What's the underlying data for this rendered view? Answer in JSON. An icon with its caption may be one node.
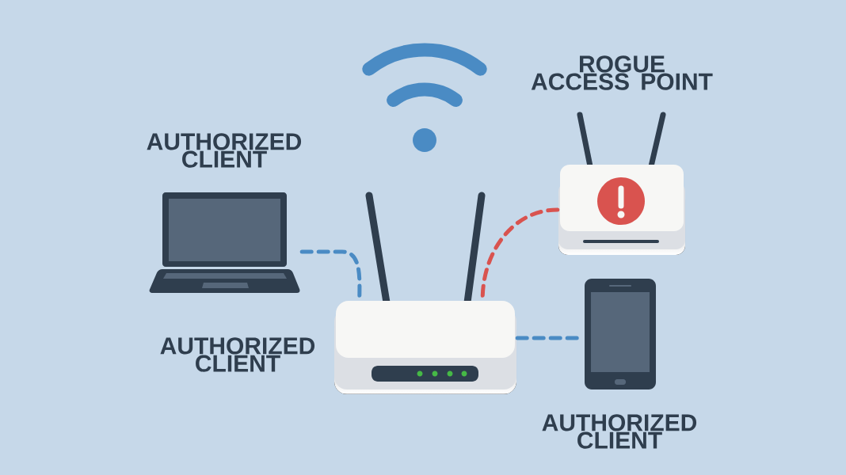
{
  "diagram": {
    "nodes": [
      {
        "text": [
          "AUTHORIZED CLIENT"
        ]
      },
      {
        "text": [],
        "shape": "picture"
      },
      {
        "text": [
          "ROGUE ACCESS POINT"
        ]
      },
      {
        "text": [
          "AUTHORIZED CLIENT"
        ]
      }
    ],
    "edges": [
      {
        "from": 0,
        "to": 1,
        "arrow": "none",
        "style": "dashed"
      },
      {
        "from": 2,
        "to": 1,
        "arrow": "none",
        "style": "dashed",
        "color": "#d9534f"
      },
      {
        "from": 1,
        "to": 3,
        "arrow": "none",
        "style": "dashed"
      }
    ],
    "labels": [
      "AUTHORIZED CLIENT"
    ]
  }
}
